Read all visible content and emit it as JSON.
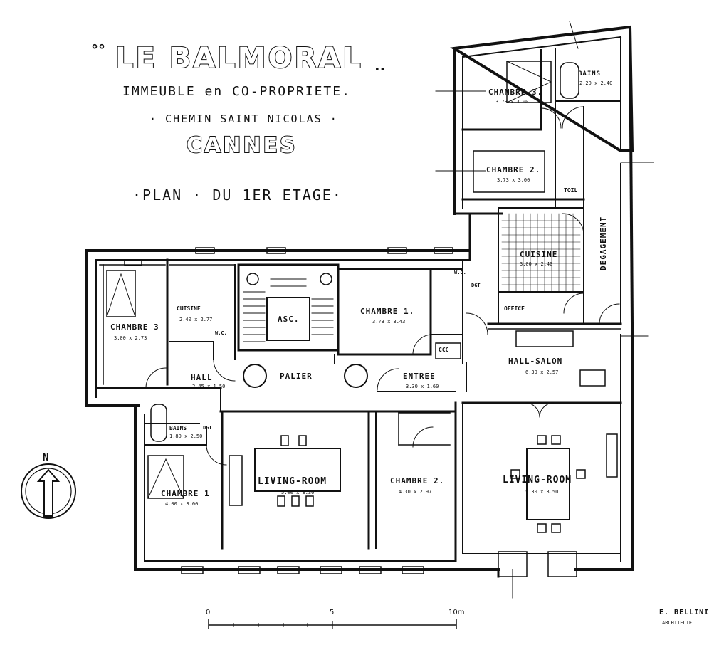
{
  "title": {
    "lead_dots": "°°",
    "name": "LE BALMORAL",
    "trail_dots": "..",
    "line1": "IMMEUBLE en CO-PROPRIETE.",
    "line2": "· CHEMIN SAINT NICOLAS ·",
    "city": "CANNES",
    "plan": "·PLAN · DU 1ER ETAGE·"
  },
  "rooms": {
    "chambre3_top": {
      "label": "CHAMBRE 3.",
      "dim": "3.73 x 3.00"
    },
    "bains_top": {
      "label": "BAINS",
      "dim": "2.20 x 2.40"
    },
    "chambre2_top": {
      "label": "CHAMBRE 2.",
      "dim": "3.73 x 3.00"
    },
    "toil": {
      "label": "TOIL"
    },
    "cuisine_right": {
      "label": "CUISINE",
      "dim": "3.00 x 2.40"
    },
    "office": {
      "label": "OFFICE"
    },
    "wc_right": {
      "label": "W.C."
    },
    "dgt": {
      "label": "DGT"
    },
    "degagement": {
      "label": "DEGAGEMENT"
    },
    "chambre1_center": {
      "label": "CHAMBRE 1.",
      "dim": "3.73 x 3.43"
    },
    "asc": {
      "label": "ASC."
    },
    "palier": {
      "label": "PALIER"
    },
    "hall_salon": {
      "label": "HALL-SALON",
      "dim": "6.30 x 2.57"
    },
    "chambre3_left": {
      "label": "CHAMBRE 3",
      "dim": "3.00 x 2.73"
    },
    "cuisine_left": {
      "label": "CUISINE",
      "dim": "2.40 x 2.77"
    },
    "hall": {
      "label": "HALL",
      "dim": "2.45 x 1.50"
    },
    "entree": {
      "label": "ENTREE",
      "dim": "3.30 x 1.60"
    },
    "bains_left": {
      "label": "BAINS",
      "dim": "1.80 x 2.50"
    },
    "dgt_left": {
      "label": "DGT"
    },
    "chambre1_left": {
      "label": "CHAMBRE 1",
      "dim": "4.00 x 3.00"
    },
    "living_left": {
      "label": "LIVING-ROOM",
      "dim": "5.00 x 3.30"
    },
    "chambre2_bottom": {
      "label": "CHAMBRE 2.",
      "dim": "4.30 x 2.97"
    },
    "living_right": {
      "label": "LIVING-ROOM",
      "dim": "5.30 x 3.50"
    },
    "ccc": {
      "label": "CCC"
    },
    "wc_small": {
      "label": "W.C."
    }
  },
  "north": {
    "letter": "N"
  },
  "scale": {
    "labels": [
      "0",
      "5",
      "10m"
    ]
  },
  "signature": {
    "name": "E. BELLINI",
    "role": "ARCHITECTE"
  }
}
